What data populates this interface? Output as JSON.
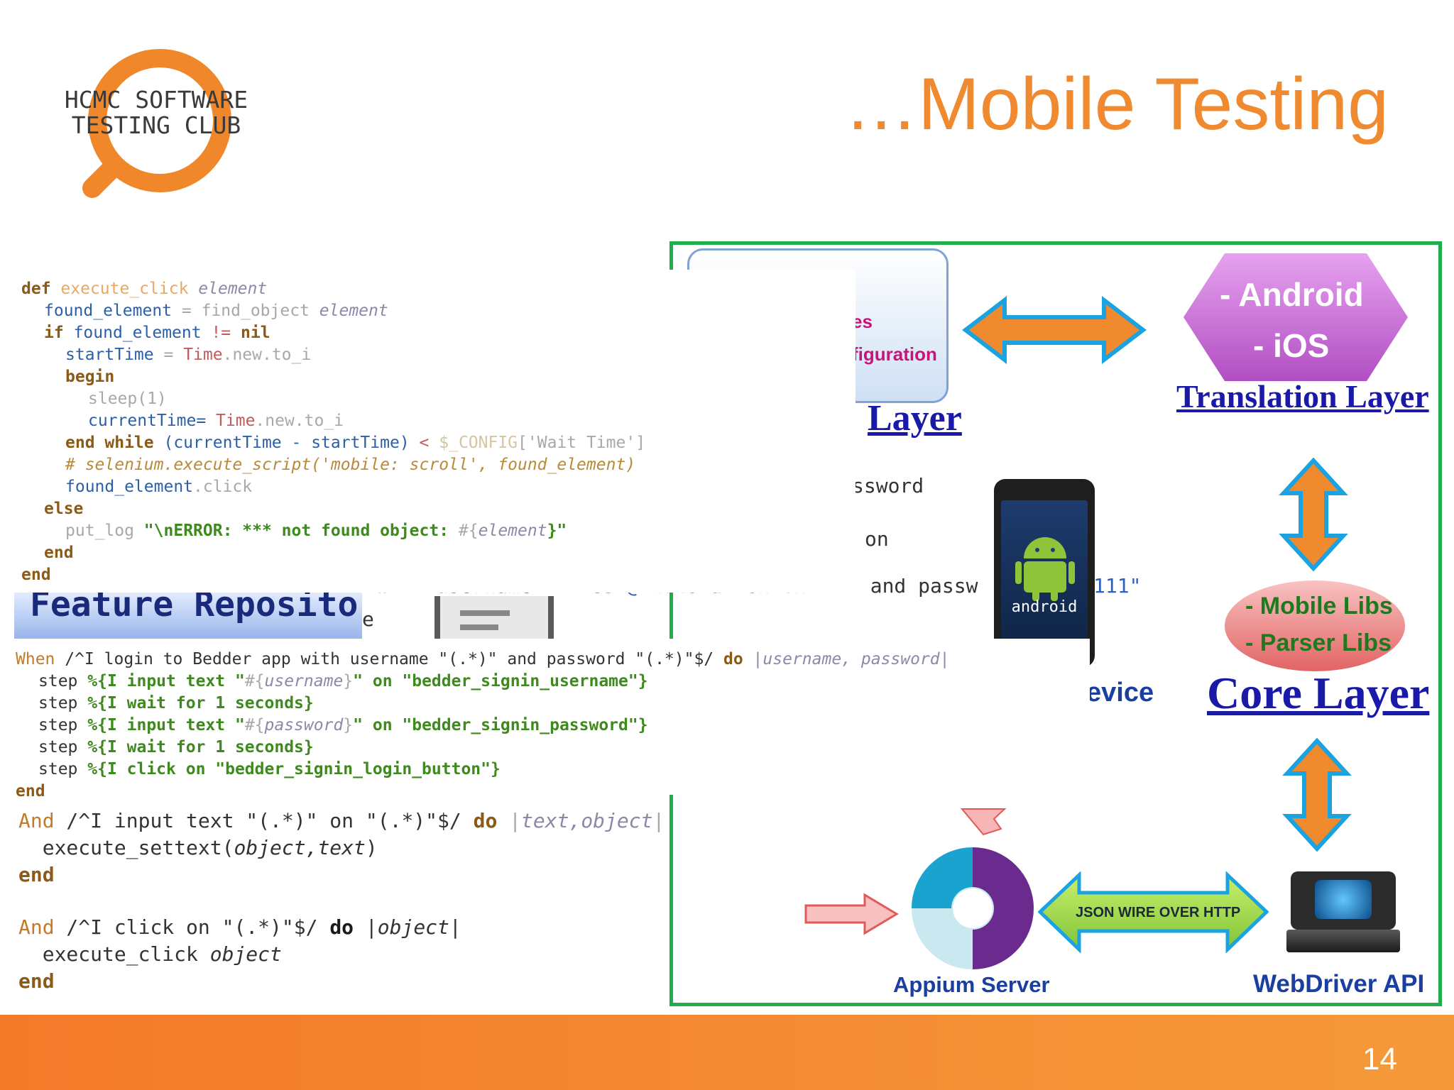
{
  "logo": {
    "line1": "HCMC SOFTWARE",
    "line2": "TESTING CLUB"
  },
  "slide": {
    "title": "…Mobile Testing",
    "page_number": "14"
  },
  "diagram": {
    "translation_layer": {
      "item1": "- Android",
      "item2": "- iOS",
      "label": "Translation Layer"
    },
    "core_layer": {
      "item1": "- Mobile Libs",
      "item2": "- Parser Libs",
      "label": "Core Layer"
    },
    "partial_layer": {
      "line1": "es",
      "line2": "figuration",
      "label": "Layer"
    },
    "device_label": "evice",
    "android_word": "android",
    "appium_label": "Appium Server",
    "webdriver_label": "WebDriver API",
    "json_arrow_label": "JSON WIRE OVER HTTP",
    "feature_repository": "Feature Repository",
    "partial_text": {
      "pw": "ssword",
      "on": "on",
      "login_line_mid": "' and passw",
      "login_line_end": "111\"",
      "login_line_left": "with username",
      "login_line_email": "test@inflotation.vn",
      "e_char": "e"
    }
  },
  "code_execute_click": {
    "lines": [
      [
        "def",
        "execute_click",
        "element"
      ],
      [
        "found_element",
        "=",
        "find_object",
        "element"
      ],
      [
        "if",
        "found_element",
        "!=",
        "nil"
      ],
      [
        "startTime",
        "=",
        "Time",
        ".new.to_i"
      ],
      [
        "begin"
      ],
      [
        "sleep(1)"
      ],
      [
        "currentTime=",
        "Time",
        ".new.to_i"
      ],
      [
        "end while",
        "(currentTime - startTime)",
        "<",
        "$_CONFIG",
        "['Wait Time']"
      ],
      [
        "# selenium.execute_script('mobile: scroll', found_element)"
      ],
      [
        "found_element",
        ".click"
      ],
      [
        "else"
      ],
      [
        "put_log",
        "\"\\n",
        "ERROR: *** not found object: ",
        "#{",
        "element",
        "}\""
      ],
      [
        "end"
      ],
      [
        "end"
      ]
    ]
  },
  "code_login": {
    "lines": [
      [
        "When",
        " /^I login to Bedder app with username \"(.*)\" and password \"(.*)\"$/ ",
        "do",
        " |username, password|"
      ],
      [
        "step ",
        "%{I input text \"",
        "#{",
        "username",
        "}",
        "\" on \"bedder_signin_username\"}"
      ],
      [
        "step ",
        "%{I wait for 1 seconds}"
      ],
      [
        "step ",
        "%{I input text \"",
        "#{",
        "password",
        "}",
        "\" on \"bedder_signin_password\"}"
      ],
      [
        "step ",
        "%{I wait for 1 seconds}"
      ],
      [
        "step ",
        "%{I click on \"bedder_signin_login_button\"}"
      ],
      [
        "end"
      ]
    ]
  },
  "code_steps": {
    "lines": [
      [
        "And",
        " /^I input text \"(.*)\" on \"(.*)\"$/ ",
        "do",
        " |",
        "text,object",
        "|"
      ],
      [
        "  execute_settext(",
        "object,text",
        ")"
      ],
      [
        "end"
      ],
      [
        ""
      ],
      [
        "And",
        " /^I click on \"(.*)\"$/ ",
        "do",
        " |",
        "object",
        "|"
      ],
      [
        "  execute_click ",
        "object"
      ],
      [
        "end"
      ]
    ]
  }
}
